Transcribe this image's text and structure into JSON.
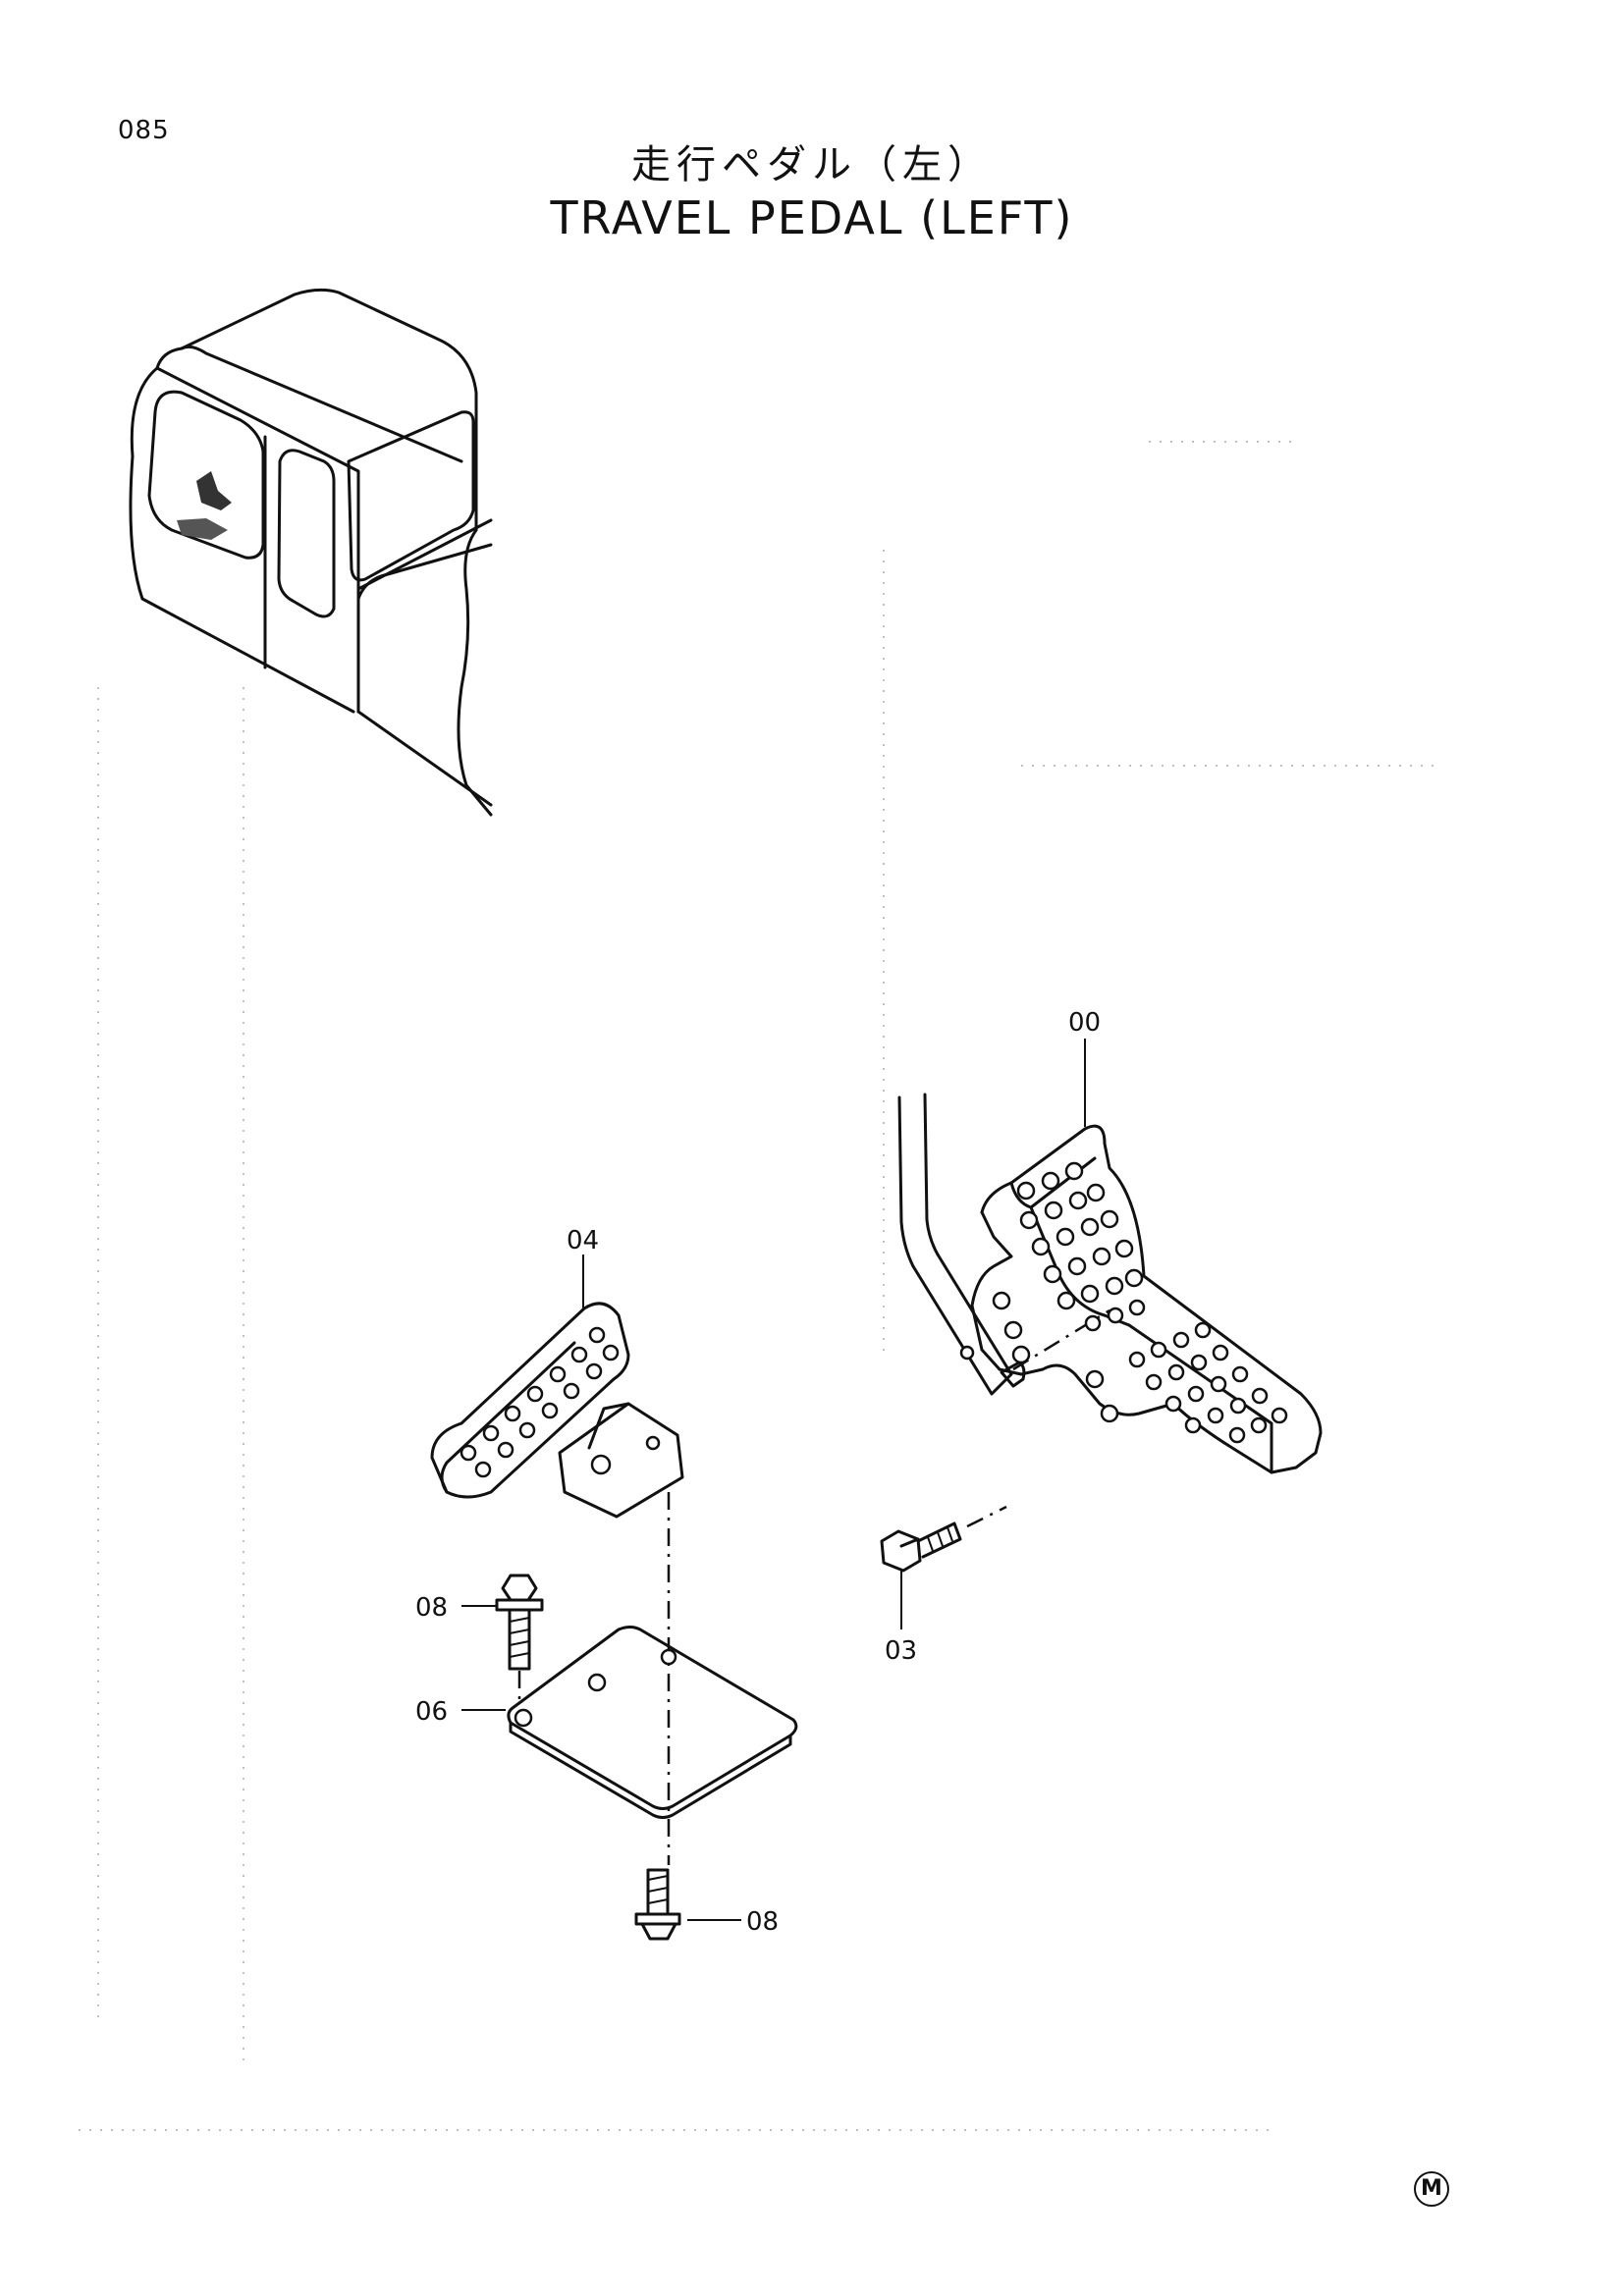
{
  "page": {
    "number": "085"
  },
  "title": {
    "japanese": "走行ペダル（左）",
    "english": "TRAVEL PEDAL (LEFT)"
  },
  "callouts": {
    "c00": "00",
    "c04": "04",
    "c08a": "08",
    "c06": "06",
    "c03": "03",
    "c08b": "08"
  },
  "maker_mark": "M"
}
